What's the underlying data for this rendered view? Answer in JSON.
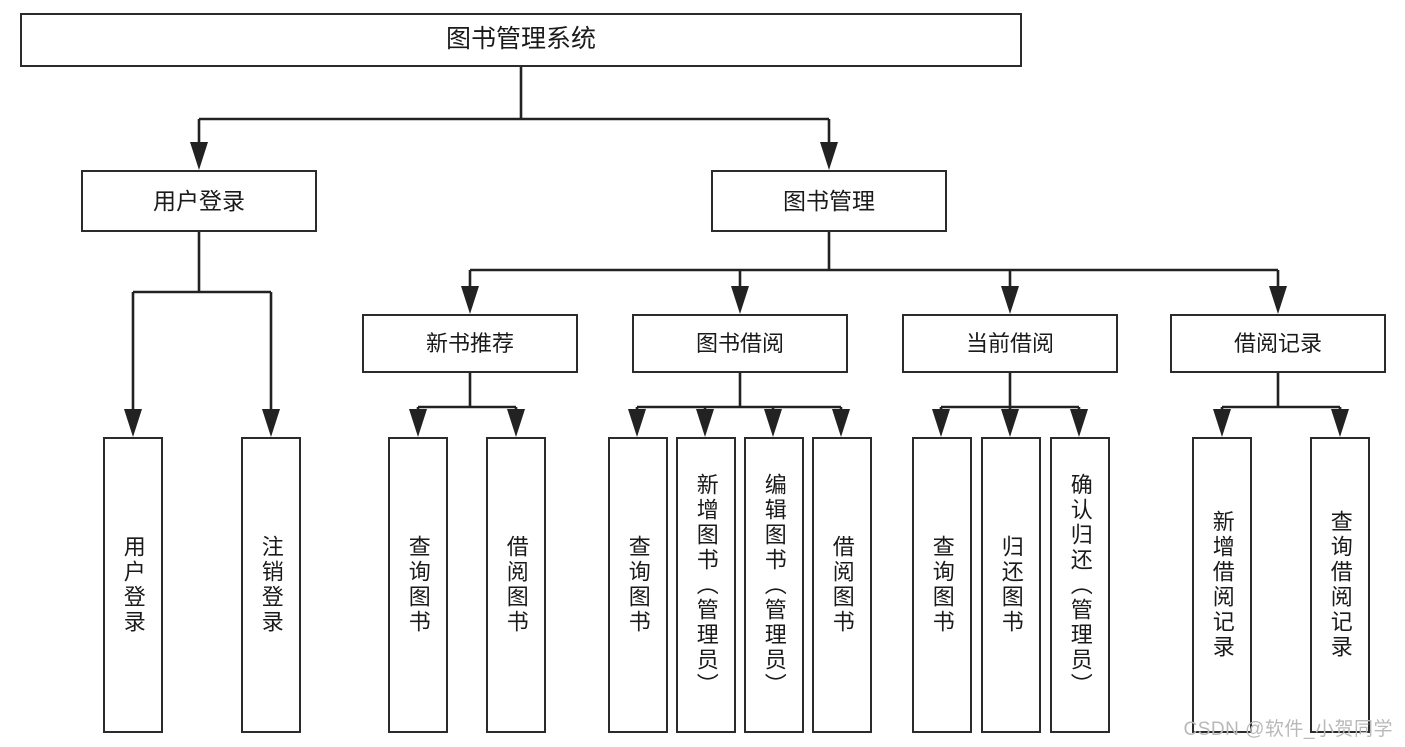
{
  "diagram": {
    "title": "图书管理系统",
    "watermark": "CSDN @软件_小贺同学",
    "line_color": "#222222",
    "box_border_color": "#2b2b2b",
    "box_fill_color": "#ffffff",
    "text_color": "#1a1a1a",
    "watermark_color": "#b9b9b9"
  },
  "nodes": {
    "root": {
      "label": "图书管理系统"
    },
    "level1": [
      {
        "id": "user-login",
        "label": "用户登录"
      },
      {
        "id": "book-management",
        "label": "图书管理"
      }
    ],
    "level2": [
      {
        "id": "new-book-recommend",
        "label": "新书推荐"
      },
      {
        "id": "book-borrow",
        "label": "图书借阅"
      },
      {
        "id": "current-borrow",
        "label": "当前借阅"
      },
      {
        "id": "borrow-record",
        "label": "借阅记录"
      }
    ],
    "leaves": [
      {
        "id": "leaf-user-login",
        "label": "用户登录",
        "parent": "user-login"
      },
      {
        "id": "leaf-logout-login",
        "label": "注销登录",
        "parent": "user-login"
      },
      {
        "id": "leaf-query-book-1",
        "label": "查询图书",
        "parent": "new-book-recommend"
      },
      {
        "id": "leaf-borrow-book-1",
        "label": "借阅图书",
        "parent": "new-book-recommend"
      },
      {
        "id": "leaf-query-book-2",
        "label": "查询图书",
        "parent": "book-borrow"
      },
      {
        "id": "leaf-add-book",
        "label": "新增图书（管理员）",
        "parent": "book-borrow"
      },
      {
        "id": "leaf-edit-book",
        "label": "编辑图书（管理员）",
        "parent": "book-borrow"
      },
      {
        "id": "leaf-borrow-book-2",
        "label": "借阅图书",
        "parent": "book-borrow"
      },
      {
        "id": "leaf-query-book-3",
        "label": "查询图书",
        "parent": "current-borrow"
      },
      {
        "id": "leaf-return-book",
        "label": "归还图书",
        "parent": "current-borrow"
      },
      {
        "id": "leaf-confirm-return",
        "label": "确认归还（管理员）",
        "parent": "current-borrow"
      },
      {
        "id": "leaf-add-borrow-record",
        "label": "新增借阅记录",
        "parent": "borrow-record"
      },
      {
        "id": "leaf-query-borrow-record",
        "label": "查询借阅记录",
        "parent": "borrow-record"
      }
    ]
  },
  "chart_data": {
    "type": "diagram",
    "diagram_type": "tree-hierarchy",
    "title": "图书管理系统",
    "orientation": "top-down",
    "tree": {
      "label": "图书管理系统",
      "children": [
        {
          "label": "用户登录",
          "children": [
            {
              "label": "用户登录"
            },
            {
              "label": "注销登录"
            }
          ]
        },
        {
          "label": "图书管理",
          "children": [
            {
              "label": "新书推荐",
              "children": [
                {
                  "label": "查询图书"
                },
                {
                  "label": "借阅图书"
                }
              ]
            },
            {
              "label": "图书借阅",
              "children": [
                {
                  "label": "查询图书"
                },
                {
                  "label": "新增图书（管理员）"
                },
                {
                  "label": "编辑图书（管理员）"
                },
                {
                  "label": "借阅图书"
                }
              ]
            },
            {
              "label": "当前借阅",
              "children": [
                {
                  "label": "查询图书"
                },
                {
                  "label": "归还图书"
                },
                {
                  "label": "确认归还（管理员）"
                }
              ]
            },
            {
              "label": "借阅记录",
              "children": [
                {
                  "label": "新增借阅记录"
                },
                {
                  "label": "查询借阅记录"
                }
              ]
            }
          ]
        }
      ]
    }
  }
}
